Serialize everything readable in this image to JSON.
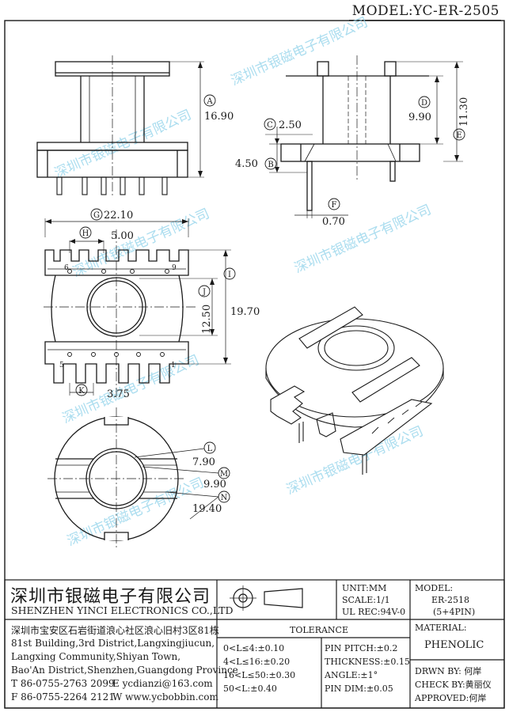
{
  "header": {
    "model_label": "MODEL:YC-ER-2505"
  },
  "dimensions": {
    "A": {
      "letter": "A",
      "value": "16.90"
    },
    "B": {
      "letter": "B",
      "value": "4.50"
    },
    "C": {
      "letter": "C",
      "value": "2.50"
    },
    "D": {
      "letter": "D",
      "value": "9.90"
    },
    "E": {
      "letter": "E",
      "value": "11.30"
    },
    "F": {
      "letter": "F",
      "value": "0.70"
    },
    "G": {
      "letter": "G",
      "value": "22.10"
    },
    "H": {
      "letter": "H",
      "value": "5.00"
    },
    "I": {
      "letter": "I",
      "value": "19.70"
    },
    "J": {
      "letter": "J",
      "value": "12.50"
    },
    "K": {
      "letter": "K",
      "value": "3.75"
    },
    "L": {
      "letter": "L",
      "value": "7.90"
    },
    "M": {
      "letter": "M",
      "value": "9.90"
    },
    "N": {
      "letter": "N",
      "value": "19.40"
    }
  },
  "pins": {
    "p1": "1",
    "p5": "5",
    "p6": "6",
    "p9": "9"
  },
  "watermark": "深圳市银磁电子有限公司",
  "title_block": {
    "company_cn": "深圳市银磁电子有限公司",
    "company_en": "SHENZHEN YINCI ELECTRONICS CO.,LTD",
    "address": [
      "深圳市宝安区石岩街道浪心社区浪心旧村3区81栋",
      "81st Building,3rd District,Langxingjiucun,",
      "Langxing Community,Shiyan Town,",
      "Bao'An District,Shenzhen,Guangdong Province"
    ],
    "tel": "T 86-0755-2763 2099",
    "email": "E ycdianzi@163.com",
    "fax": "F 86-0755-2264 2121",
    "web": "W www.ycbobbin.com",
    "unit": "UNIT:MM",
    "scale": "SCALE:1/1",
    "ul": "UL REC:94V-0",
    "model_label": "MODEL:",
    "model_value": "ER-2518",
    "model_pins": "(5+4PIN)",
    "material_label": "MATERIAL:",
    "material_value": "PHENOLIC",
    "tolerance_title": "TOLERANCE",
    "tolerance_left": [
      "0<L≤4:±0.10",
      "4<L≤16:±0.20",
      "16<L≤50:±0.30",
      "50<L:±0.40"
    ],
    "tolerance_right": [
      "PIN PITCH:±0.2",
      "THICKNESS:±0.15",
      "ANGLE:±1°",
      "PIN DIM:±0.05"
    ],
    "drawn_by": "DRWN BY: 何岸",
    "check_by": "CHECK BY:黄丽仪",
    "approved": "APPROVED:何岸"
  }
}
